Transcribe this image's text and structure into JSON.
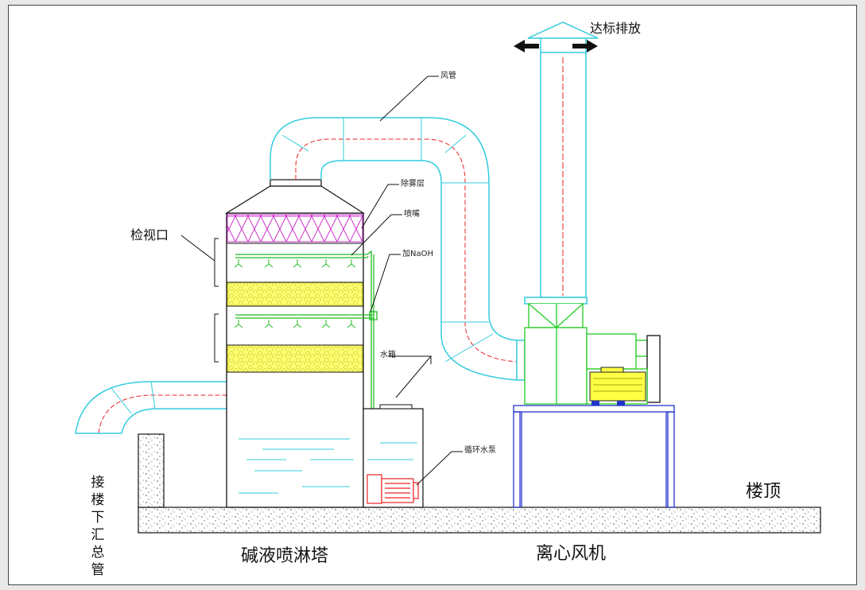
{
  "labels": {
    "discharge": "达标排放",
    "duct": "风管",
    "demister": "除雾层",
    "nozzle": "喷嘴",
    "naoh": "加NaOH",
    "inspection": "检视口",
    "tank": "水箱",
    "pump": "循环水泵",
    "roof": "楼顶",
    "inlet": "接楼下汇总管",
    "tower": "碱液喷淋塔",
    "fan": "离心风机"
  },
  "colors": {
    "duct": "#33ccdd",
    "centerline": "#ee2222",
    "demister": "#cc33cc",
    "packing": "#ffff66",
    "spray": "#22bb22",
    "fan": "#22cc22",
    "stand": "#2233cc",
    "pump": "#ee2222",
    "water": "#33ccdd"
  }
}
